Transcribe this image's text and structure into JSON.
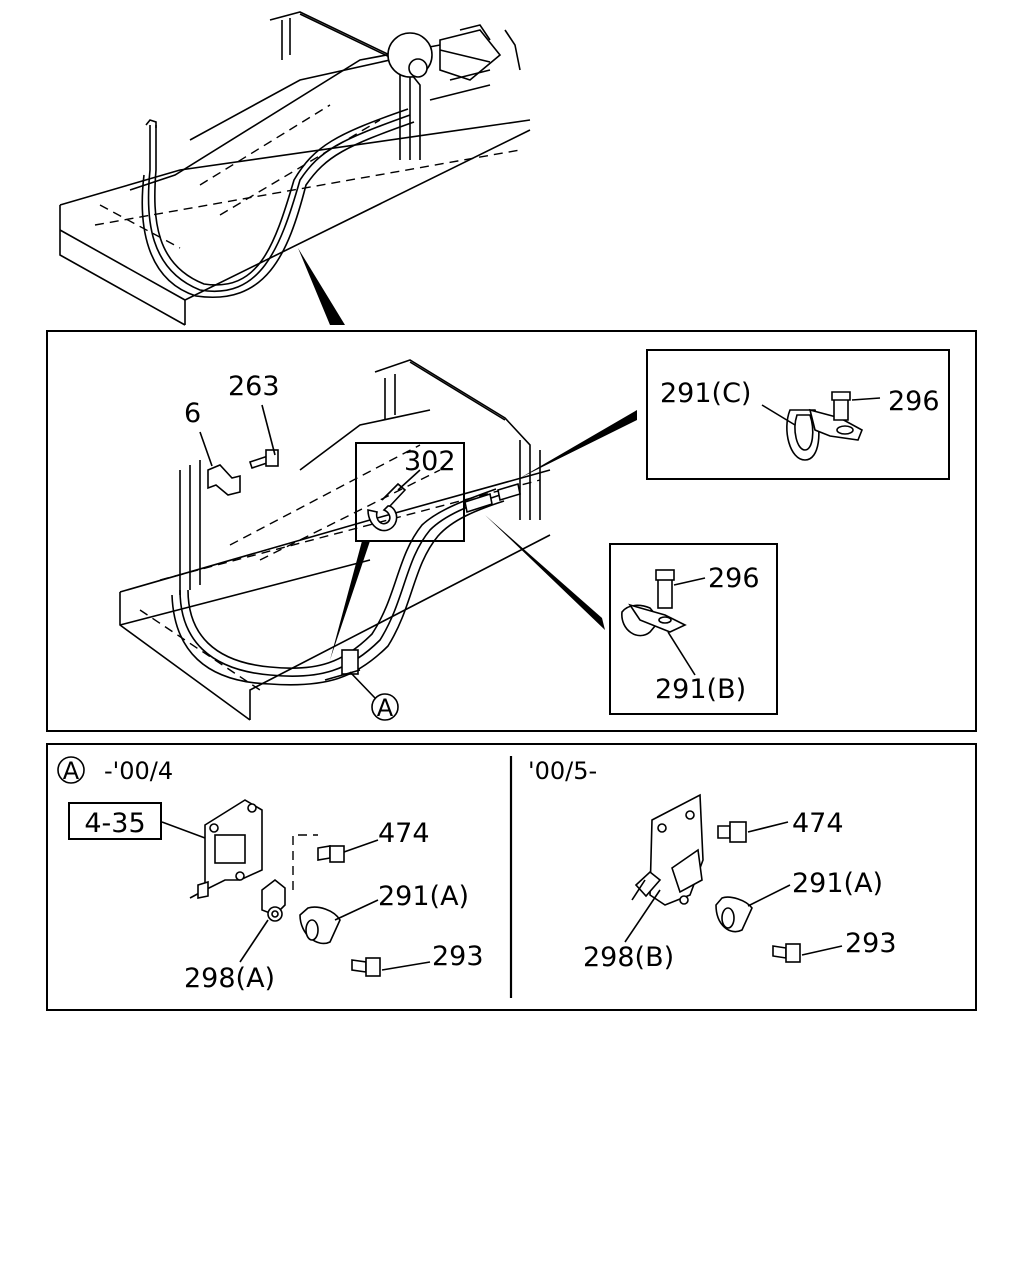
{
  "labels": {
    "p263": "263",
    "p6": "6",
    "p302": "302",
    "p291c": "291(C)",
    "p296_top": "296",
    "p296_mid": "296",
    "p291b": "291(B)",
    "view_a_mark": "A",
    "view_a_ref": "A",
    "left_period": "-'00/4",
    "right_period": "'00/5-",
    "ref_box": "4-35",
    "p474_left": "474",
    "p291a_left": "291(A)",
    "p293_left": "293",
    "p298a": "298(A)",
    "p474_right": "474",
    "p291a_right": "291(A)",
    "p293_right": "293",
    "p298b": "298(B)"
  }
}
